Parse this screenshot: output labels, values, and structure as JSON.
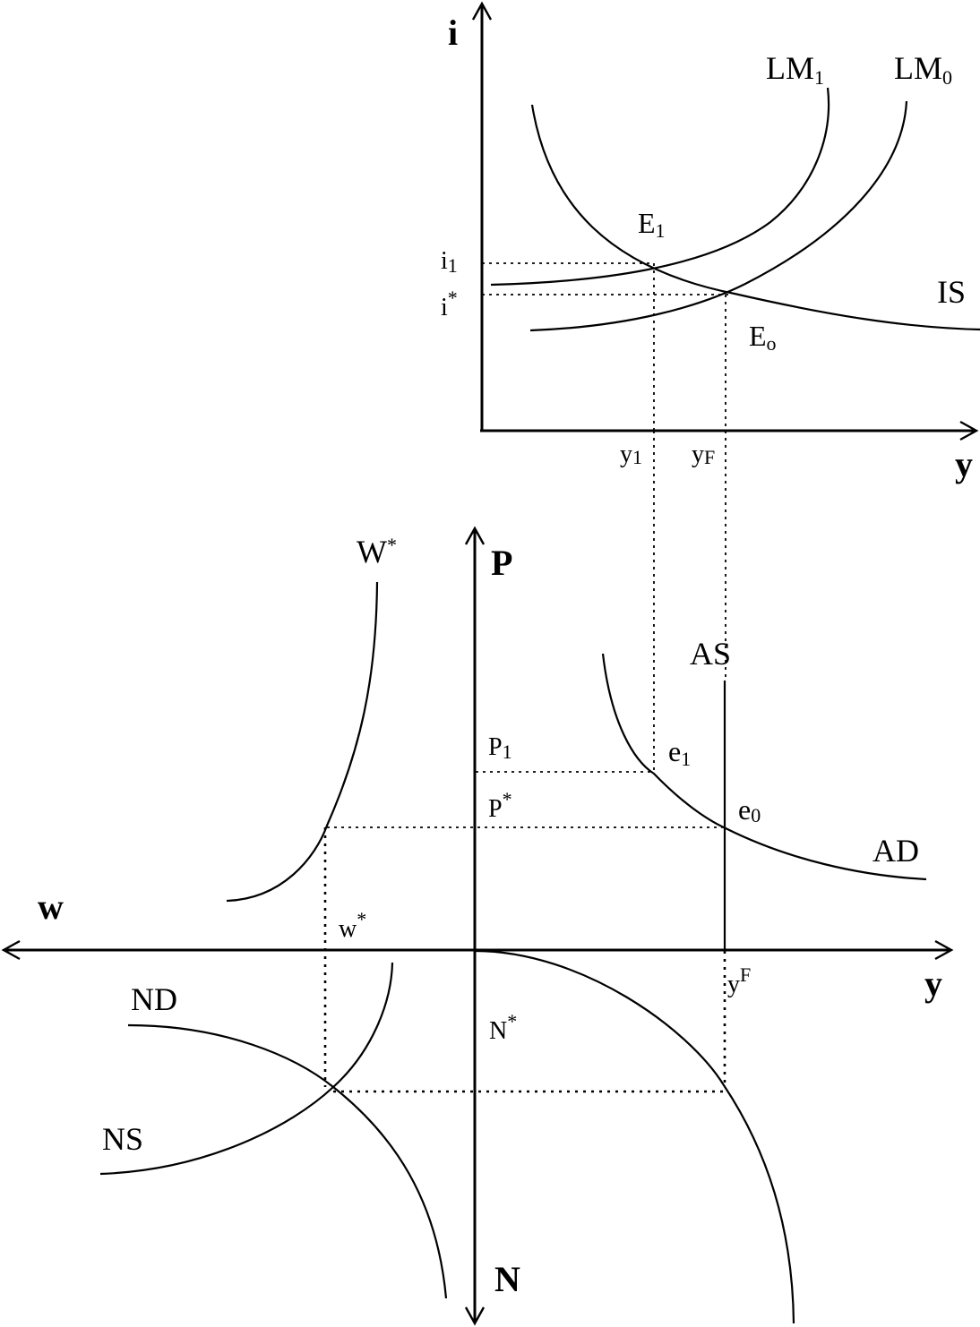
{
  "top_panel": {
    "axis_y_label": "i",
    "axis_x_label": "y",
    "curves": {
      "lm1": "LM",
      "lm1_sub": "1",
      "lm0": "LM",
      "lm0_sub": "0",
      "is": "IS"
    },
    "points": {
      "e1": "E",
      "e1_sub": "1",
      "e0": "E",
      "e0_sub": "o"
    },
    "ticks": {
      "i1": "i",
      "i1_sub": "1",
      "istar": "i",
      "istar_sup": "*",
      "y1": "y",
      "y1_sub": "1",
      "yf": "y",
      "yf_sub": "F"
    }
  },
  "bottom_panel": {
    "axis_p_label": "P",
    "axis_w_label": "w",
    "axis_y_label": "y",
    "axis_n_label": "N",
    "curves": {
      "wstar": "W",
      "wstar_sup": "*",
      "as": "AS",
      "ad": "AD",
      "nd": "ND",
      "ns": "NS"
    },
    "points": {
      "e1": "e",
      "e1_sub": "1",
      "e0": "e",
      "e0_sub": "0"
    },
    "ticks": {
      "p1": "P",
      "p1_sub": "1",
      "pstar": "P",
      "pstar_sup": "*",
      "wstar": "w",
      "wstar_sup": "*",
      "yf": "y",
      "yf_sup": "F",
      "nstar": "N",
      "nstar_sup": "*"
    }
  }
}
